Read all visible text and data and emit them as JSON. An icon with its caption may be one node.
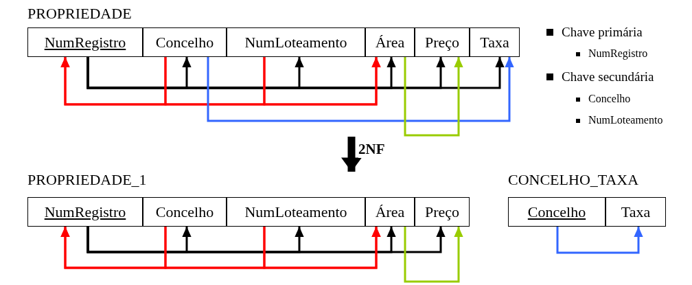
{
  "diagram": {
    "nodes": [
      {
        "text": [
          "PROPRIEDADE"
        ]
      },
      {
        "text": [
          "NumRegistro"
        ],
        "in": 0
      },
      {
        "text": [
          "Concelho"
        ],
        "in": 0
      },
      {
        "text": [
          "NumLoteamento"
        ],
        "in": 0
      },
      {
        "text": [
          "Área"
        ],
        "in": 0
      },
      {
        "text": [
          "Preço"
        ],
        "in": 0
      },
      {
        "text": [
          "Taxa"
        ],
        "in": 0
      },
      {
        "text": [
          "PROPRIEDADE_1"
        ]
      },
      {
        "text": [
          "NumRegistro"
        ],
        "in": 7
      },
      {
        "text": [
          "Concelho"
        ],
        "in": 7
      },
      {
        "text": [
          "NumLoteamento"
        ],
        "in": 7
      },
      {
        "text": [
          "Área"
        ],
        "in": 7
      },
      {
        "text": [
          "Preço"
        ],
        "in": 7
      },
      {
        "text": [
          "CONCELHO_TAXA"
        ]
      },
      {
        "text": [
          "Concelho"
        ],
        "in": 13
      },
      {
        "text": [
          "Taxa"
        ],
        "in": 13
      }
    ],
    "edges": [
      {
        "from": 1,
        "to": 2,
        "arrow": "to"
      },
      {
        "from": 1,
        "to": 3,
        "arrow": "to"
      },
      {
        "from": 1,
        "to": 4,
        "arrow": "to"
      },
      {
        "from": 1,
        "to": 5,
        "arrow": "to"
      },
      {
        "from": 1,
        "to": 6,
        "arrow": "to"
      },
      {
        "from": 2,
        "to": 1,
        "arrow": "to",
        "color": "#ff0000"
      },
      {
        "from": 2,
        "to": 4,
        "arrow": "to",
        "color": "#ff0000"
      },
      {
        "from": 3,
        "to": 1,
        "arrow": "to",
        "color": "#ff0000"
      },
      {
        "from": 3,
        "to": 4,
        "arrow": "to",
        "color": "#ff0000"
      },
      {
        "from": 2,
        "to": 6,
        "arrow": "to",
        "color": "#3366ff"
      },
      {
        "from": 4,
        "to": 5,
        "arrow": "to",
        "color": "#99cc00"
      },
      {
        "from": 0,
        "to": 7,
        "arrow": "to",
        "label": "2NF",
        "style": "thick"
      },
      {
        "from": 8,
        "to": 9,
        "arrow": "to"
      },
      {
        "from": 8,
        "to": 10,
        "arrow": "to"
      },
      {
        "from": 8,
        "to": 11,
        "arrow": "to"
      },
      {
        "from": 8,
        "to": 12,
        "arrow": "to"
      },
      {
        "from": 9,
        "to": 8,
        "arrow": "to",
        "color": "#ff0000"
      },
      {
        "from": 9,
        "to": 11,
        "arrow": "to",
        "color": "#ff0000"
      },
      {
        "from": 10,
        "to": 8,
        "arrow": "to",
        "color": "#ff0000"
      },
      {
        "from": 10,
        "to": 11,
        "arrow": "to",
        "color": "#ff0000"
      },
      {
        "from": 11,
        "to": 12,
        "arrow": "to",
        "color": "#99cc00"
      },
      {
        "from": 14,
        "to": 15,
        "arrow": "to",
        "color": "#3366ff"
      }
    ],
    "labels": [
      "Chave primária",
      "NumRegistro",
      "Chave secundária",
      "Concelho",
      "NumLoteamento"
    ]
  }
}
